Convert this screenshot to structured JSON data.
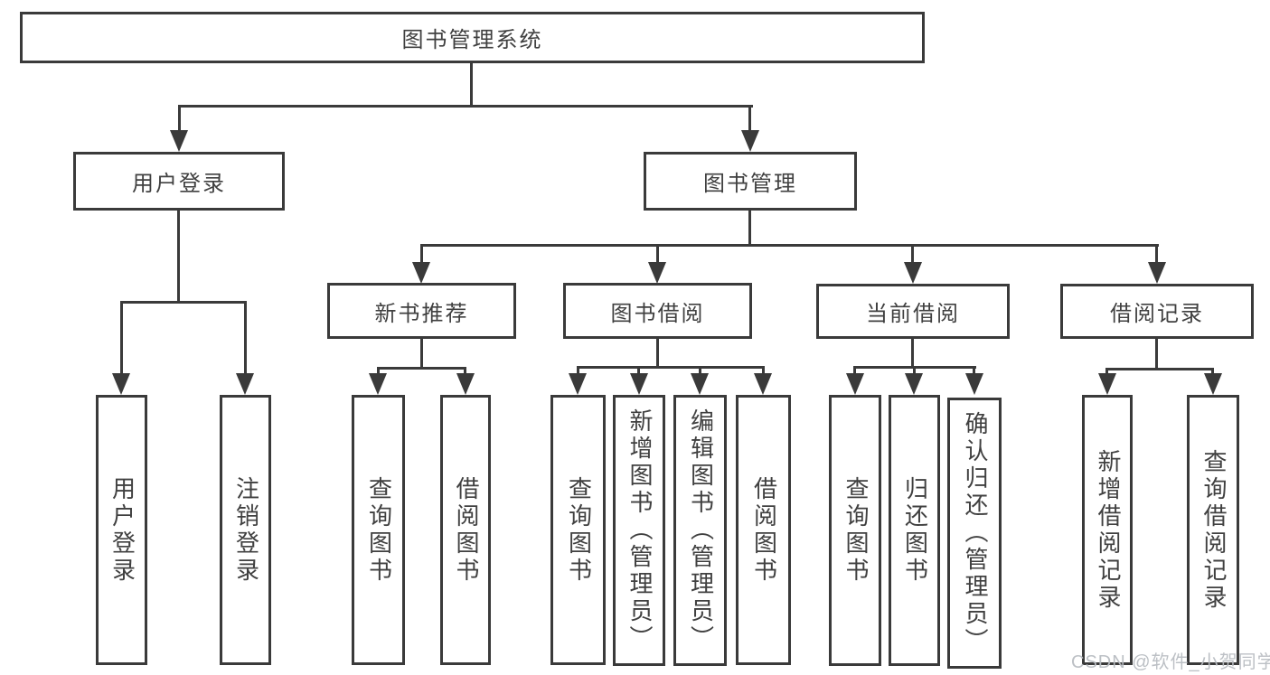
{
  "tree": {
    "label": "图书管理系统",
    "children": [
      {
        "label": "用户登录",
        "children": [
          {
            "label": "用户登录"
          },
          {
            "label": "注销登录"
          }
        ]
      },
      {
        "label": "图书管理",
        "children": [
          {
            "label": "新书推荐",
            "children": [
              {
                "label": "查询图书"
              },
              {
                "label": "借阅图书"
              }
            ]
          },
          {
            "label": "图书借阅",
            "children": [
              {
                "label": "查询图书"
              },
              {
                "label": "新增图书（管理员）"
              },
              {
                "label": "编辑图书（管理员）"
              },
              {
                "label": "借阅图书"
              }
            ]
          },
          {
            "label": "当前借阅",
            "children": [
              {
                "label": "查询图书"
              },
              {
                "label": "归还图书"
              },
              {
                "label": "确认归还（管理员）"
              }
            ]
          },
          {
            "label": "借阅记录",
            "children": [
              {
                "label": "新增借阅记录"
              },
              {
                "label": "查询借阅记录"
              }
            ]
          }
        ]
      }
    ]
  },
  "watermark": "CSDN @软件_小贺同学",
  "colors": {
    "line": "#3a3a3a",
    "text": "#404040",
    "background": "#ffffff",
    "watermark": "#b9bdc2"
  }
}
